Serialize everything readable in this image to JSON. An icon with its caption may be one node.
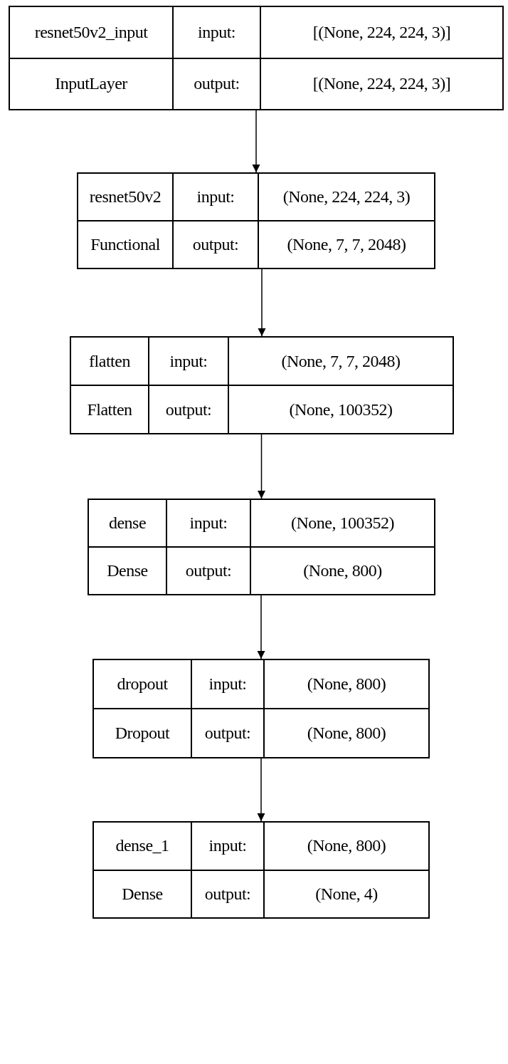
{
  "diagram": {
    "nodes": [
      {
        "text": [
          "resnet50v2_input",
          "input:",
          "[(None, 224, 224, 3)]",
          "InputLayer",
          "output:",
          "[(None, 224, 224, 3)]"
        ]
      },
      {
        "text": [
          "resnet50v2",
          "input:",
          "(None, 224, 224, 3)",
          "Functional",
          "output:",
          "(None, 7, 7, 2048)"
        ]
      },
      {
        "text": [
          "flatten",
          "input:",
          "(None, 7, 7, 2048)",
          "Flatten",
          "output:",
          "(None, 100352)"
        ]
      },
      {
        "text": [
          "dense",
          "input:",
          "(None, 100352)",
          "Dense",
          "output:",
          "(None, 800)"
        ]
      },
      {
        "text": [
          "dropout",
          "input:",
          "(None, 800)",
          "Dropout",
          "output:",
          "(None, 800)"
        ]
      },
      {
        "text": [
          "dense_1",
          "input:",
          "(None, 800)",
          "Dense",
          "output:",
          "(None, 4)"
        ]
      }
    ],
    "edges": [
      {
        "from": 0,
        "to": 1,
        "arrow": "to"
      },
      {
        "from": 1,
        "to": 2,
        "arrow": "to"
      },
      {
        "from": 2,
        "to": 3,
        "arrow": "to"
      },
      {
        "from": 3,
        "to": 4,
        "arrow": "to"
      },
      {
        "from": 4,
        "to": 5,
        "arrow": "to"
      }
    ]
  }
}
